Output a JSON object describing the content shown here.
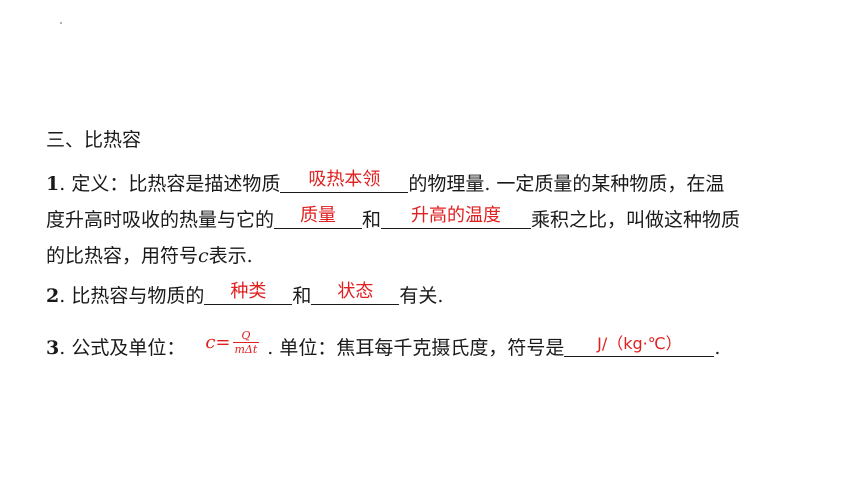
{
  "heading": "三、比热容",
  "item1": {
    "num": "1",
    "text_a": ". 定义：比热容是描述物质",
    "blank1": "吸热本领",
    "text_b": "的物理量. 一定质量的某种物质，在温",
    "text_c": "度升高时吸收的热量与它的",
    "blank2": "质量",
    "text_d": "和",
    "blank3": "升高的温度",
    "text_e": "乘积之比，叫做这种物质",
    "text_f": "的比热容，用符号",
    "symbol": "c",
    "text_g": "表示."
  },
  "item2": {
    "num": "2",
    "text_a": ". 比热容与物质的",
    "blank1": "种类",
    "text_b": "和",
    "blank2": "状态",
    "text_c": "有关."
  },
  "item3": {
    "num": "3",
    "text_a": ". 公式及单位：",
    "formula_lhs": "c=",
    "formula_num": "Q",
    "formula_den": "mΔt",
    "text_b": ". 单位：焦耳每千克摄氏度，符号是",
    "blank1": "J/（kg·℃）",
    "text_c": "."
  },
  "colors": {
    "answer": "#e02020",
    "text": "#1a1a1a"
  }
}
